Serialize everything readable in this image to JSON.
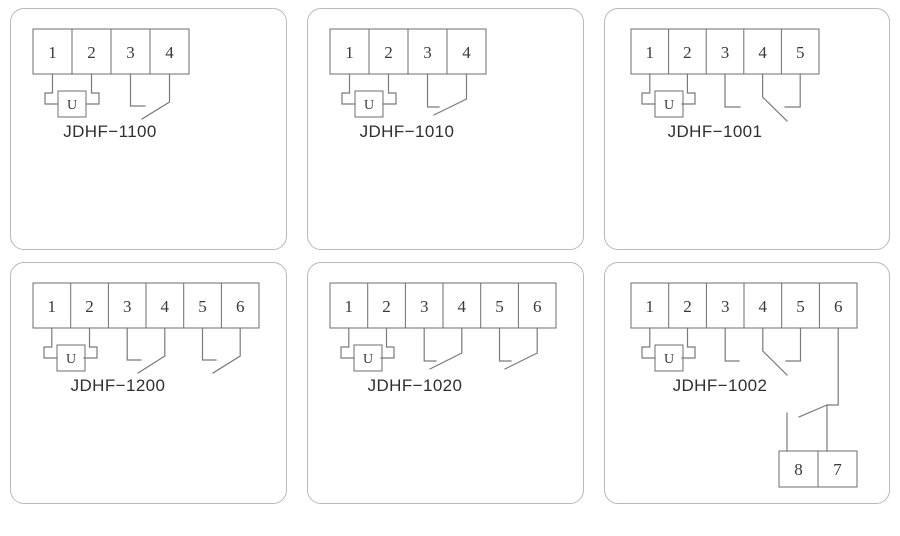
{
  "figure": {
    "title": "JDHF relay terminal wiring diagrams",
    "background": "#ffffff",
    "panel_border_color": "#b9b9b9",
    "line_color": "#6e6e6e",
    "wire_color": "#7a7a7a",
    "text_color": "#3a3a3a"
  },
  "panels": [
    {
      "id": "panel-jdhf-1100",
      "model": "JDHF−1100",
      "terminals": [
        "1",
        "2",
        "3",
        "4"
      ],
      "coil": {
        "label": "U",
        "between": [
          "1",
          "2"
        ]
      },
      "contacts": [
        {
          "type": "normally-open",
          "terminals": [
            "3",
            "4"
          ]
        }
      ]
    },
    {
      "id": "panel-jdhf-1010",
      "model": "JDHF−1010",
      "terminals": [
        "1",
        "2",
        "3",
        "4"
      ],
      "coil": {
        "label": "U",
        "between": [
          "1",
          "2"
        ]
      },
      "contacts": [
        {
          "type": "normally-closed",
          "terminals": [
            "3",
            "4"
          ]
        }
      ]
    },
    {
      "id": "panel-jdhf-1001",
      "model": "JDHF−1001",
      "terminals": [
        "1",
        "2",
        "3",
        "4",
        "5"
      ],
      "coil": {
        "label": "U",
        "between": [
          "1",
          "2"
        ]
      },
      "contacts": [
        {
          "type": "changeover",
          "terminals": [
            "3",
            "4",
            "5"
          ]
        }
      ]
    },
    {
      "id": "panel-jdhf-1200",
      "model": "JDHF−1200",
      "terminals": [
        "1",
        "2",
        "3",
        "4",
        "5",
        "6"
      ],
      "coil": {
        "label": "U",
        "between": [
          "1",
          "2"
        ]
      },
      "contacts": [
        {
          "type": "normally-open",
          "terminals": [
            "3",
            "4"
          ]
        },
        {
          "type": "normally-open",
          "terminals": [
            "5",
            "6"
          ]
        }
      ]
    },
    {
      "id": "panel-jdhf-1020",
      "model": "JDHF−1020",
      "terminals": [
        "1",
        "2",
        "3",
        "4",
        "5",
        "6"
      ],
      "coil": {
        "label": "U",
        "between": [
          "1",
          "2"
        ]
      },
      "contacts": [
        {
          "type": "normally-closed",
          "terminals": [
            "3",
            "4"
          ]
        },
        {
          "type": "normally-closed",
          "terminals": [
            "5",
            "6"
          ]
        }
      ]
    },
    {
      "id": "panel-jdhf-1002",
      "model": "JDHF−1002",
      "terminals": [
        "1",
        "2",
        "3",
        "4",
        "5",
        "6"
      ],
      "secondary_terminals": [
        "8",
        "7"
      ],
      "coil": {
        "label": "U",
        "between": [
          "1",
          "2"
        ]
      },
      "contacts": [
        {
          "type": "changeover",
          "terminals": [
            "3",
            "4",
            "5"
          ]
        },
        {
          "type": "normally-closed",
          "terminals": [
            "6",
            "8",
            "7"
          ]
        }
      ]
    }
  ]
}
